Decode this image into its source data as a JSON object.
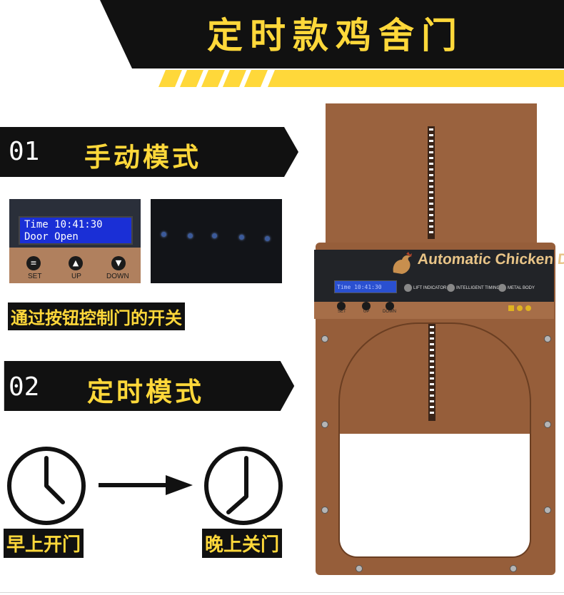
{
  "banner": {
    "title": "定时款鸡舍门"
  },
  "section1": {
    "number": "01",
    "title": "手动模式",
    "lcd_line1": "Time 10:41:30",
    "lcd_line2": "Door Open",
    "buttons": {
      "set": "SET",
      "up": "UP",
      "down": "DOWN"
    },
    "caption": "通过按钮控制门的开关"
  },
  "section2": {
    "number": "02",
    "title": "定时模式",
    "morning_label": "早上开门",
    "evening_label": "晚上关门"
  },
  "door": {
    "brand": "Automatic Chicken Door",
    "features": [
      "LIFT INDICATOR",
      "INTELLIGENT TIMING",
      "METAL BODY"
    ],
    "buttons": {
      "set": "SET",
      "up": "UP",
      "down": "DOWN"
    }
  },
  "colors": {
    "accent_yellow": "#FFD83A",
    "dark": "#111111",
    "door_brown": "#965e3a"
  },
  "icons": [
    "clock-icon",
    "arrow-right-icon",
    "rooster-logo-icon"
  ]
}
